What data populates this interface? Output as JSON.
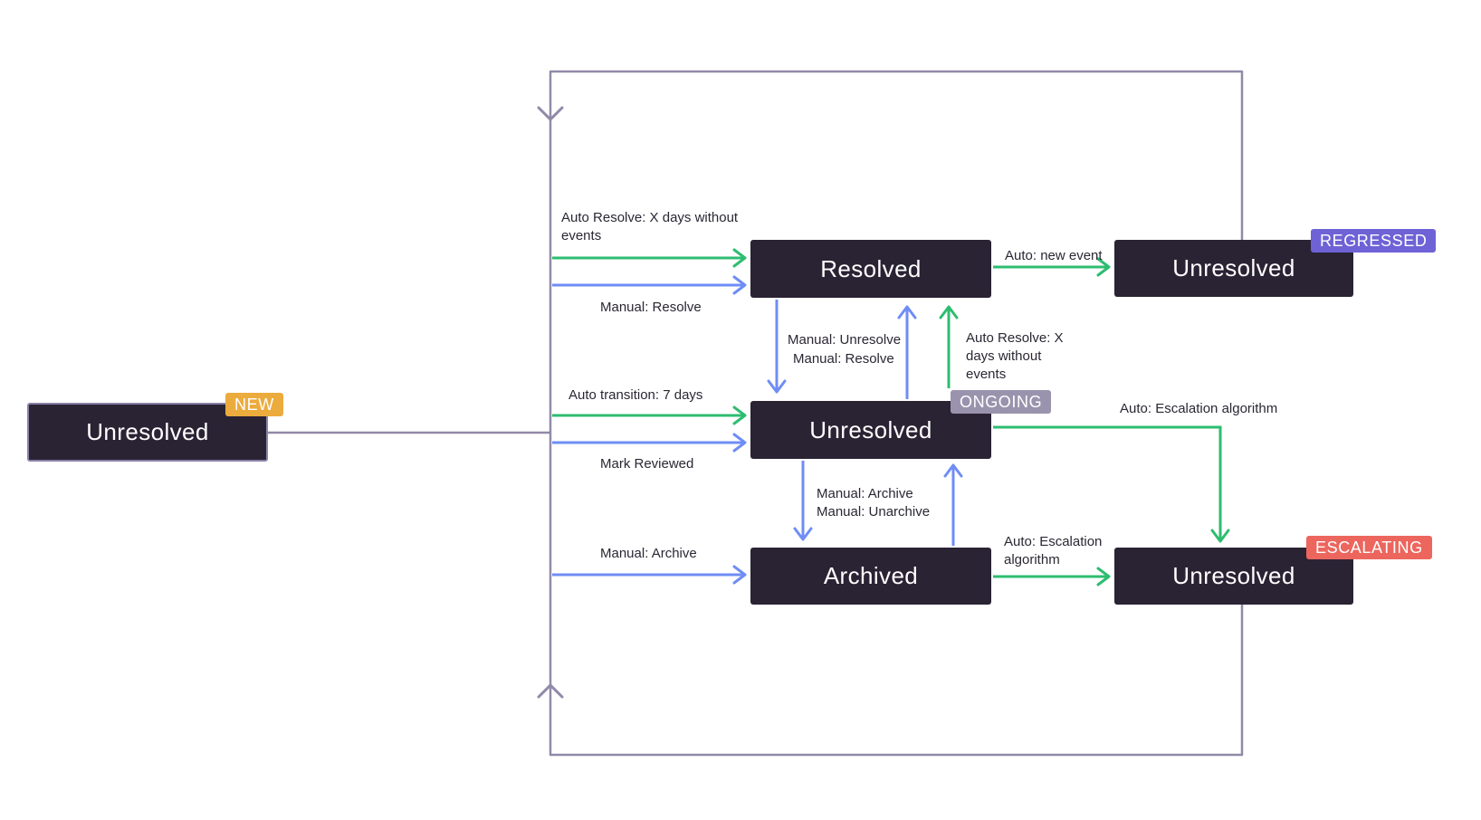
{
  "nodes": [
    {
      "id": "unresolved-new",
      "label": "Unresolved",
      "badge": {
        "text": "NEW",
        "color": "#ecab3d"
      }
    },
    {
      "id": "resolved",
      "label": "Resolved"
    },
    {
      "id": "unresolved-regressed",
      "label": "Unresolved",
      "badge": {
        "text": "REGRESSED",
        "color": "#6e62d6"
      }
    },
    {
      "id": "unresolved-ongoing",
      "label": "Unresolved",
      "badge": {
        "text": "ONGOING",
        "color": "#9a93ad"
      }
    },
    {
      "id": "archived",
      "label": "Archived"
    },
    {
      "id": "unresolved-escalating",
      "label": "Unresolved",
      "badge": {
        "text": "ESCALATING",
        "color": "#ec665e"
      }
    }
  ],
  "edge_labels": {
    "auto_resolve_left": "Auto Resolve: X days without\nevents",
    "manual_resolve_left": "Manual: Resolve",
    "auto_transition": "Auto transition: 7 days",
    "mark_reviewed": "Mark Reviewed",
    "manual_archive_left": "Manual: Archive",
    "manual_unresolve": "Manual: Unresolve",
    "manual_resolve_mid": "Manual: Resolve",
    "auto_resolve_right": "Auto Resolve: X\ndays without\nevents",
    "auto_new_event": "Auto: new event",
    "auto_escalation_right": "Auto: Escalation algorithm",
    "manual_archive_mid": "Manual: Archive",
    "manual_unarchive": "Manual: Unarchive",
    "auto_escalation_bottom": "Auto: Escalation\nalgorithm"
  },
  "colors": {
    "node_bg": "#2a2334",
    "node_text": "#ffffff",
    "label_text": "#2b2733",
    "arrow_green": "#2ebd70",
    "arrow_blue": "#6f8df5",
    "loop_line": "#9189a8",
    "badge_new": "#ecab3d",
    "badge_regressed": "#6e62d6",
    "badge_ongoing": "#9a93ad",
    "badge_escalating": "#ec665e"
  }
}
